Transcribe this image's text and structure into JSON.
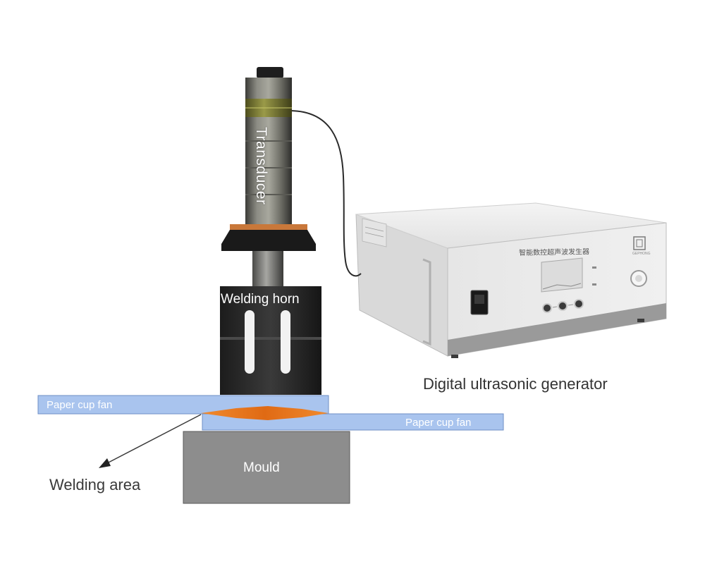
{
  "labels": {
    "transducer": "Transducer",
    "welding_horn": "Welding horn",
    "paper_top": "Paper cup fan",
    "paper_bottom": "Paper cup fan",
    "mould": "Mould",
    "welding_area": "Welding area",
    "generator": "Digital ultrasonic generator",
    "generator_panel_text": "智能数控超声波发生器",
    "generator_brand": "GEPHONG"
  },
  "colors": {
    "paper_fill": "#a9c4ee",
    "paper_border": "#6f8fc6",
    "weld_zone": "#e87a22",
    "horn_body": "#262626",
    "mould_fill": "#8d8d8d",
    "transducer_metal": "#7a7a72",
    "band_olive": "#8a8a3a",
    "generator_body": "#ececec"
  }
}
